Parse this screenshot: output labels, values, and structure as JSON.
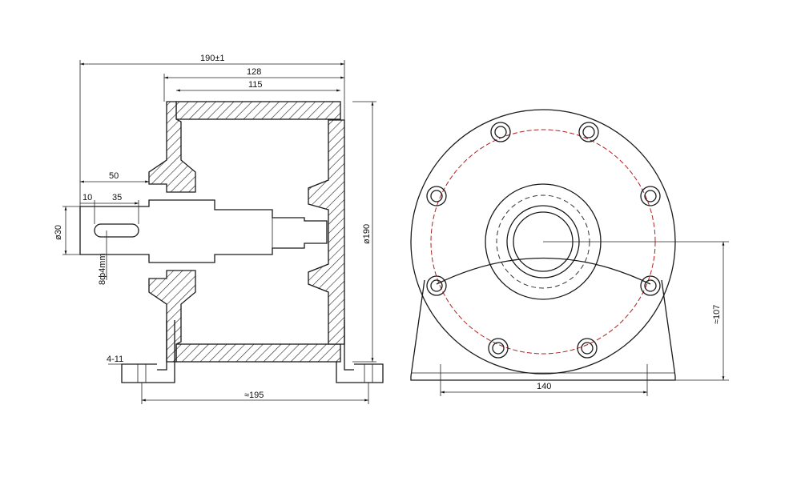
{
  "drawing": {
    "side_view": {
      "overall_length": "190±1",
      "housing_length": "128",
      "inner_length": "115",
      "shaft_extension": "50",
      "keyway_offset": "10",
      "keyway_length": "35",
      "shaft_diameter": "ø30",
      "key_size": "8ф4mm",
      "housing_diameter": "ø190",
      "mount_holes": "4-11",
      "foot_span": "≈195"
    },
    "front_view": {
      "base_hole_span": "140",
      "center_height": "≈107"
    },
    "colors": {
      "line": "#1a1a1a",
      "bolt_circle": "#b02020"
    }
  }
}
